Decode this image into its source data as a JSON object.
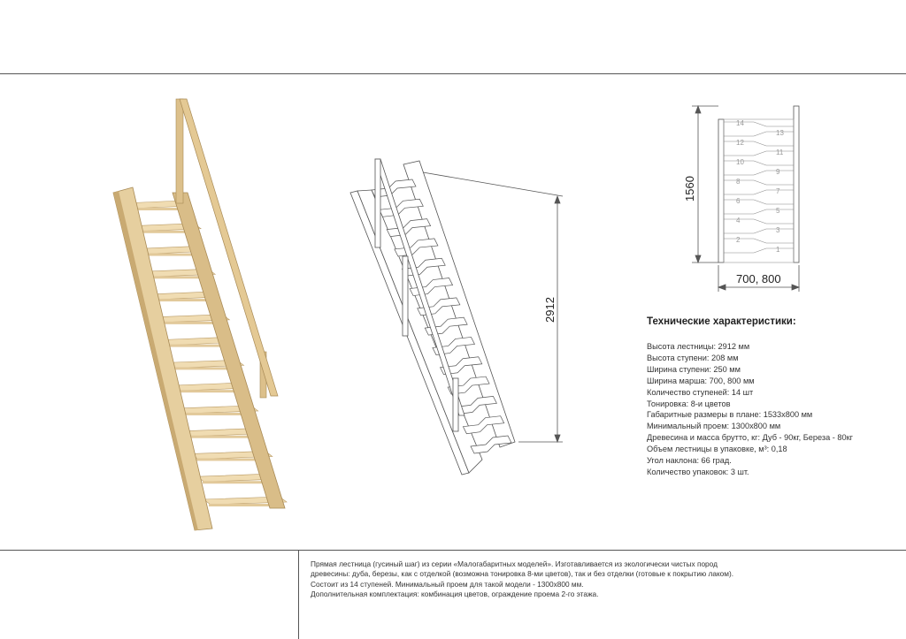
{
  "dimensions": {
    "height_total": "2912",
    "plan_height": "1560",
    "plan_width": "700, 800"
  },
  "step_numbers": [
    "1",
    "2",
    "3",
    "4",
    "5",
    "6",
    "7",
    "8",
    "9",
    "10",
    "11",
    "12",
    "13",
    "14"
  ],
  "specs": {
    "title": "Технические характеристики:",
    "lines": [
      "Высота лестницы: 2912 мм",
      "Высота ступени: 208 мм",
      "Ширина ступени: 250 мм",
      "Ширина марша: 700, 800 мм",
      "Количество ступеней: 14 шт",
      "Тонировка: 8-и цветов",
      "Габаритные размеры в плане: 1533х800 мм",
      "Минимальный проем: 1300х800 мм",
      "Древесина и масса брутто, кг: Дуб - 90кг, Береза - 80кг",
      "Объем лестницы в упаковке, м³: 0,18",
      "Угол наклона: 66 град.",
      "Количество упаковок: 3 шт."
    ]
  },
  "description": {
    "lines": [
      "Прямая лестница (гусиный шаг) из серии «Малогабаритных моделей». Изготавливается из экологически чистых пород",
      "древесины: дуба, березы, как с отделкой (возможна тонировка 8-ми цветов), так и без отделки (готовые к покрытию лаком).",
      "Состоит из 14 ступеней.  Минимальный проем для такой модели - 1300х800 мм.",
      "Дополнительная комплектация: комбинация цветов, ограждение проема 2-го этажа."
    ]
  },
  "colors": {
    "wood": "#e2c99a",
    "wood_dark": "#b99a64",
    "wood_light": "#f0dcb2",
    "line": "#555555"
  }
}
